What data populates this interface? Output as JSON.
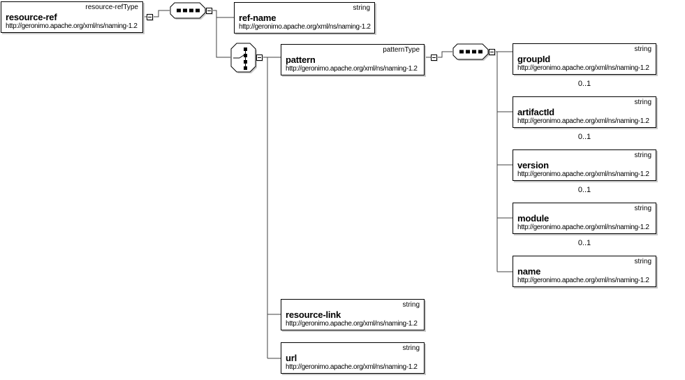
{
  "diagram": {
    "kind": "xml-schema-content-model",
    "namespace_shared": "http://geronimo.apache.org/xml/ns/naming-1.2"
  },
  "nodes": {
    "resource_ref": {
      "name": "resource-ref",
      "type": "resource-refType",
      "namespace": "http://geronimo.apache.org/xml/ns/naming-1.2"
    },
    "ref_name": {
      "name": "ref-name",
      "type": "string",
      "namespace": "http://geronimo.apache.org/xml/ns/naming-1.2"
    },
    "pattern": {
      "name": "pattern",
      "type": "patternType",
      "namespace": "http://geronimo.apache.org/xml/ns/naming-1.2"
    },
    "group_id": {
      "name": "groupId",
      "type": "string",
      "namespace": "http://geronimo.apache.org/xml/ns/naming-1.2",
      "cardinality": "0..1"
    },
    "artifact_id": {
      "name": "artifactId",
      "type": "string",
      "namespace": "http://geronimo.apache.org/xml/ns/naming-1.2",
      "cardinality": "0..1"
    },
    "version": {
      "name": "version",
      "type": "string",
      "namespace": "http://geronimo.apache.org/xml/ns/naming-1.2",
      "cardinality": "0..1"
    },
    "module": {
      "name": "module",
      "type": "string",
      "namespace": "http://geronimo.apache.org/xml/ns/naming-1.2",
      "cardinality": "0..1"
    },
    "name_el": {
      "name": "name",
      "type": "string",
      "namespace": "http://geronimo.apache.org/xml/ns/naming-1.2"
    },
    "resource_link": {
      "name": "resource-link",
      "type": "string",
      "namespace": "http://geronimo.apache.org/xml/ns/naming-1.2"
    },
    "url": {
      "name": "url",
      "type": "string",
      "namespace": "http://geronimo.apache.org/xml/ns/naming-1.2"
    }
  },
  "icons": {
    "sequence_top": "sequence-icon",
    "choice_mid": "choice-icon",
    "sequence_pattern": "sequence-icon",
    "collapse_toggle": "minus-icon"
  },
  "colors": {
    "background": "#ffffff",
    "box_border": "#000000",
    "box_shadow": "#c9c9c9",
    "connector": "#404040",
    "text": "#000000"
  }
}
